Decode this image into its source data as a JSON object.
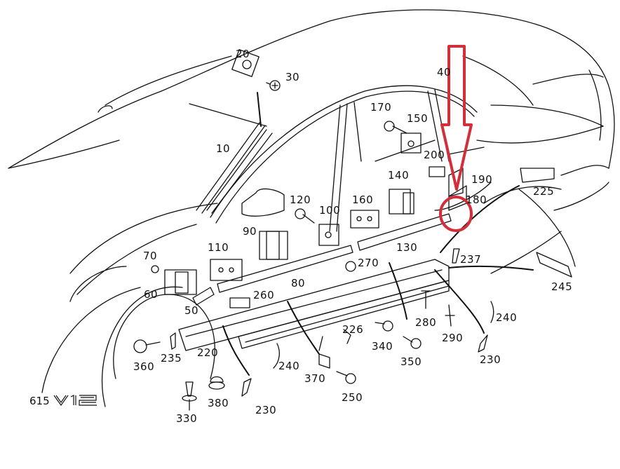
{
  "diagram": {
    "title_model": "615",
    "title_badge": "V12",
    "highlight_color": "#d32f3a",
    "line_color": "#111111",
    "highlight": {
      "type": "arrow-with-circle",
      "target_part": "180",
      "description": "Red arrow pointing down to circled part near label 180"
    },
    "parts": [
      {
        "id": "p10",
        "number": "10"
      },
      {
        "id": "p20",
        "number": "20"
      },
      {
        "id": "p30",
        "number": "30"
      },
      {
        "id": "p40",
        "number": "40"
      },
      {
        "id": "p50",
        "number": "50"
      },
      {
        "id": "p60",
        "number": "60"
      },
      {
        "id": "p70",
        "number": "70"
      },
      {
        "id": "p80",
        "number": "80"
      },
      {
        "id": "p90",
        "number": "90"
      },
      {
        "id": "p100",
        "number": "100"
      },
      {
        "id": "p110",
        "number": "110"
      },
      {
        "id": "p120",
        "number": "120"
      },
      {
        "id": "p130",
        "number": "130"
      },
      {
        "id": "p140",
        "number": "140"
      },
      {
        "id": "p150",
        "number": "150"
      },
      {
        "id": "p160",
        "number": "160"
      },
      {
        "id": "p170",
        "number": "170"
      },
      {
        "id": "p180",
        "number": "180"
      },
      {
        "id": "p190",
        "number": "190"
      },
      {
        "id": "p200",
        "number": "200"
      },
      {
        "id": "p220",
        "number": "220"
      },
      {
        "id": "p225",
        "number": "225"
      },
      {
        "id": "p226",
        "number": "226"
      },
      {
        "id": "p230a",
        "number": "230"
      },
      {
        "id": "p230b",
        "number": "230"
      },
      {
        "id": "p235",
        "number": "235"
      },
      {
        "id": "p237",
        "number": "237"
      },
      {
        "id": "p240a",
        "number": "240"
      },
      {
        "id": "p240b",
        "number": "240"
      },
      {
        "id": "p245",
        "number": "245"
      },
      {
        "id": "p250",
        "number": "250"
      },
      {
        "id": "p260",
        "number": "260"
      },
      {
        "id": "p270",
        "number": "270"
      },
      {
        "id": "p280",
        "number": "280"
      },
      {
        "id": "p290",
        "number": "290"
      },
      {
        "id": "p330",
        "number": "330"
      },
      {
        "id": "p340",
        "number": "340"
      },
      {
        "id": "p350",
        "number": "350"
      },
      {
        "id": "p360",
        "number": "360"
      },
      {
        "id": "p370",
        "number": "370"
      },
      {
        "id": "p380",
        "number": "380"
      }
    ]
  }
}
